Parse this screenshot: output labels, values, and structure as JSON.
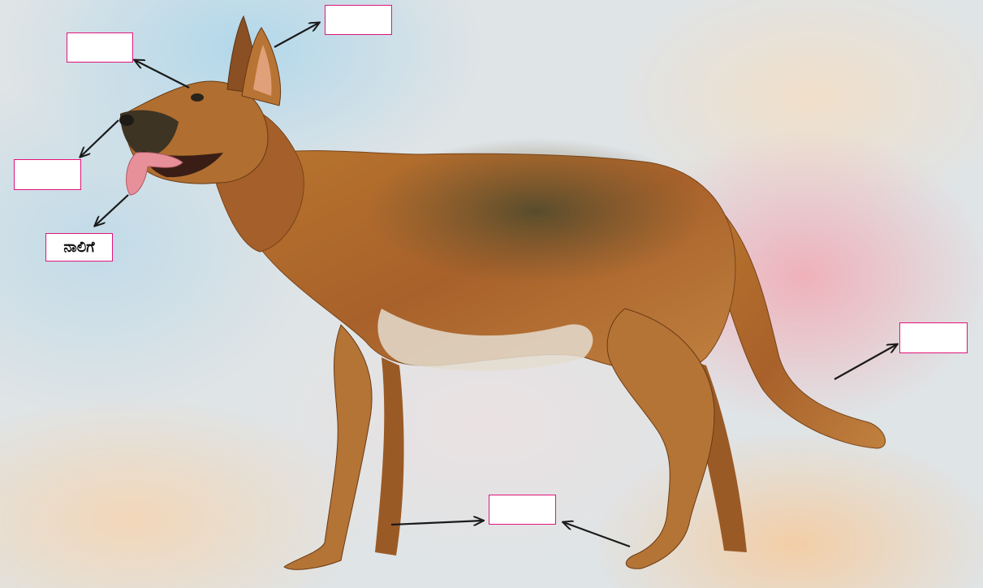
{
  "diagram": {
    "labels": [
      {
        "id": "ear",
        "text": ""
      },
      {
        "id": "eye",
        "text": ""
      },
      {
        "id": "nose",
        "text": ""
      },
      {
        "id": "tongue",
        "text": "ನಾಲಿಗೆ"
      },
      {
        "id": "tail",
        "text": ""
      },
      {
        "id": "feet",
        "text": ""
      }
    ],
    "colors": {
      "label_border": "#e0147a",
      "arrow": "#1a1a1a",
      "dog_coat": "#b06a2c",
      "dog_saddle": "#5a4a2a",
      "tongue": "#e8909a"
    },
    "illustration": "german-shepherd-dog"
  }
}
